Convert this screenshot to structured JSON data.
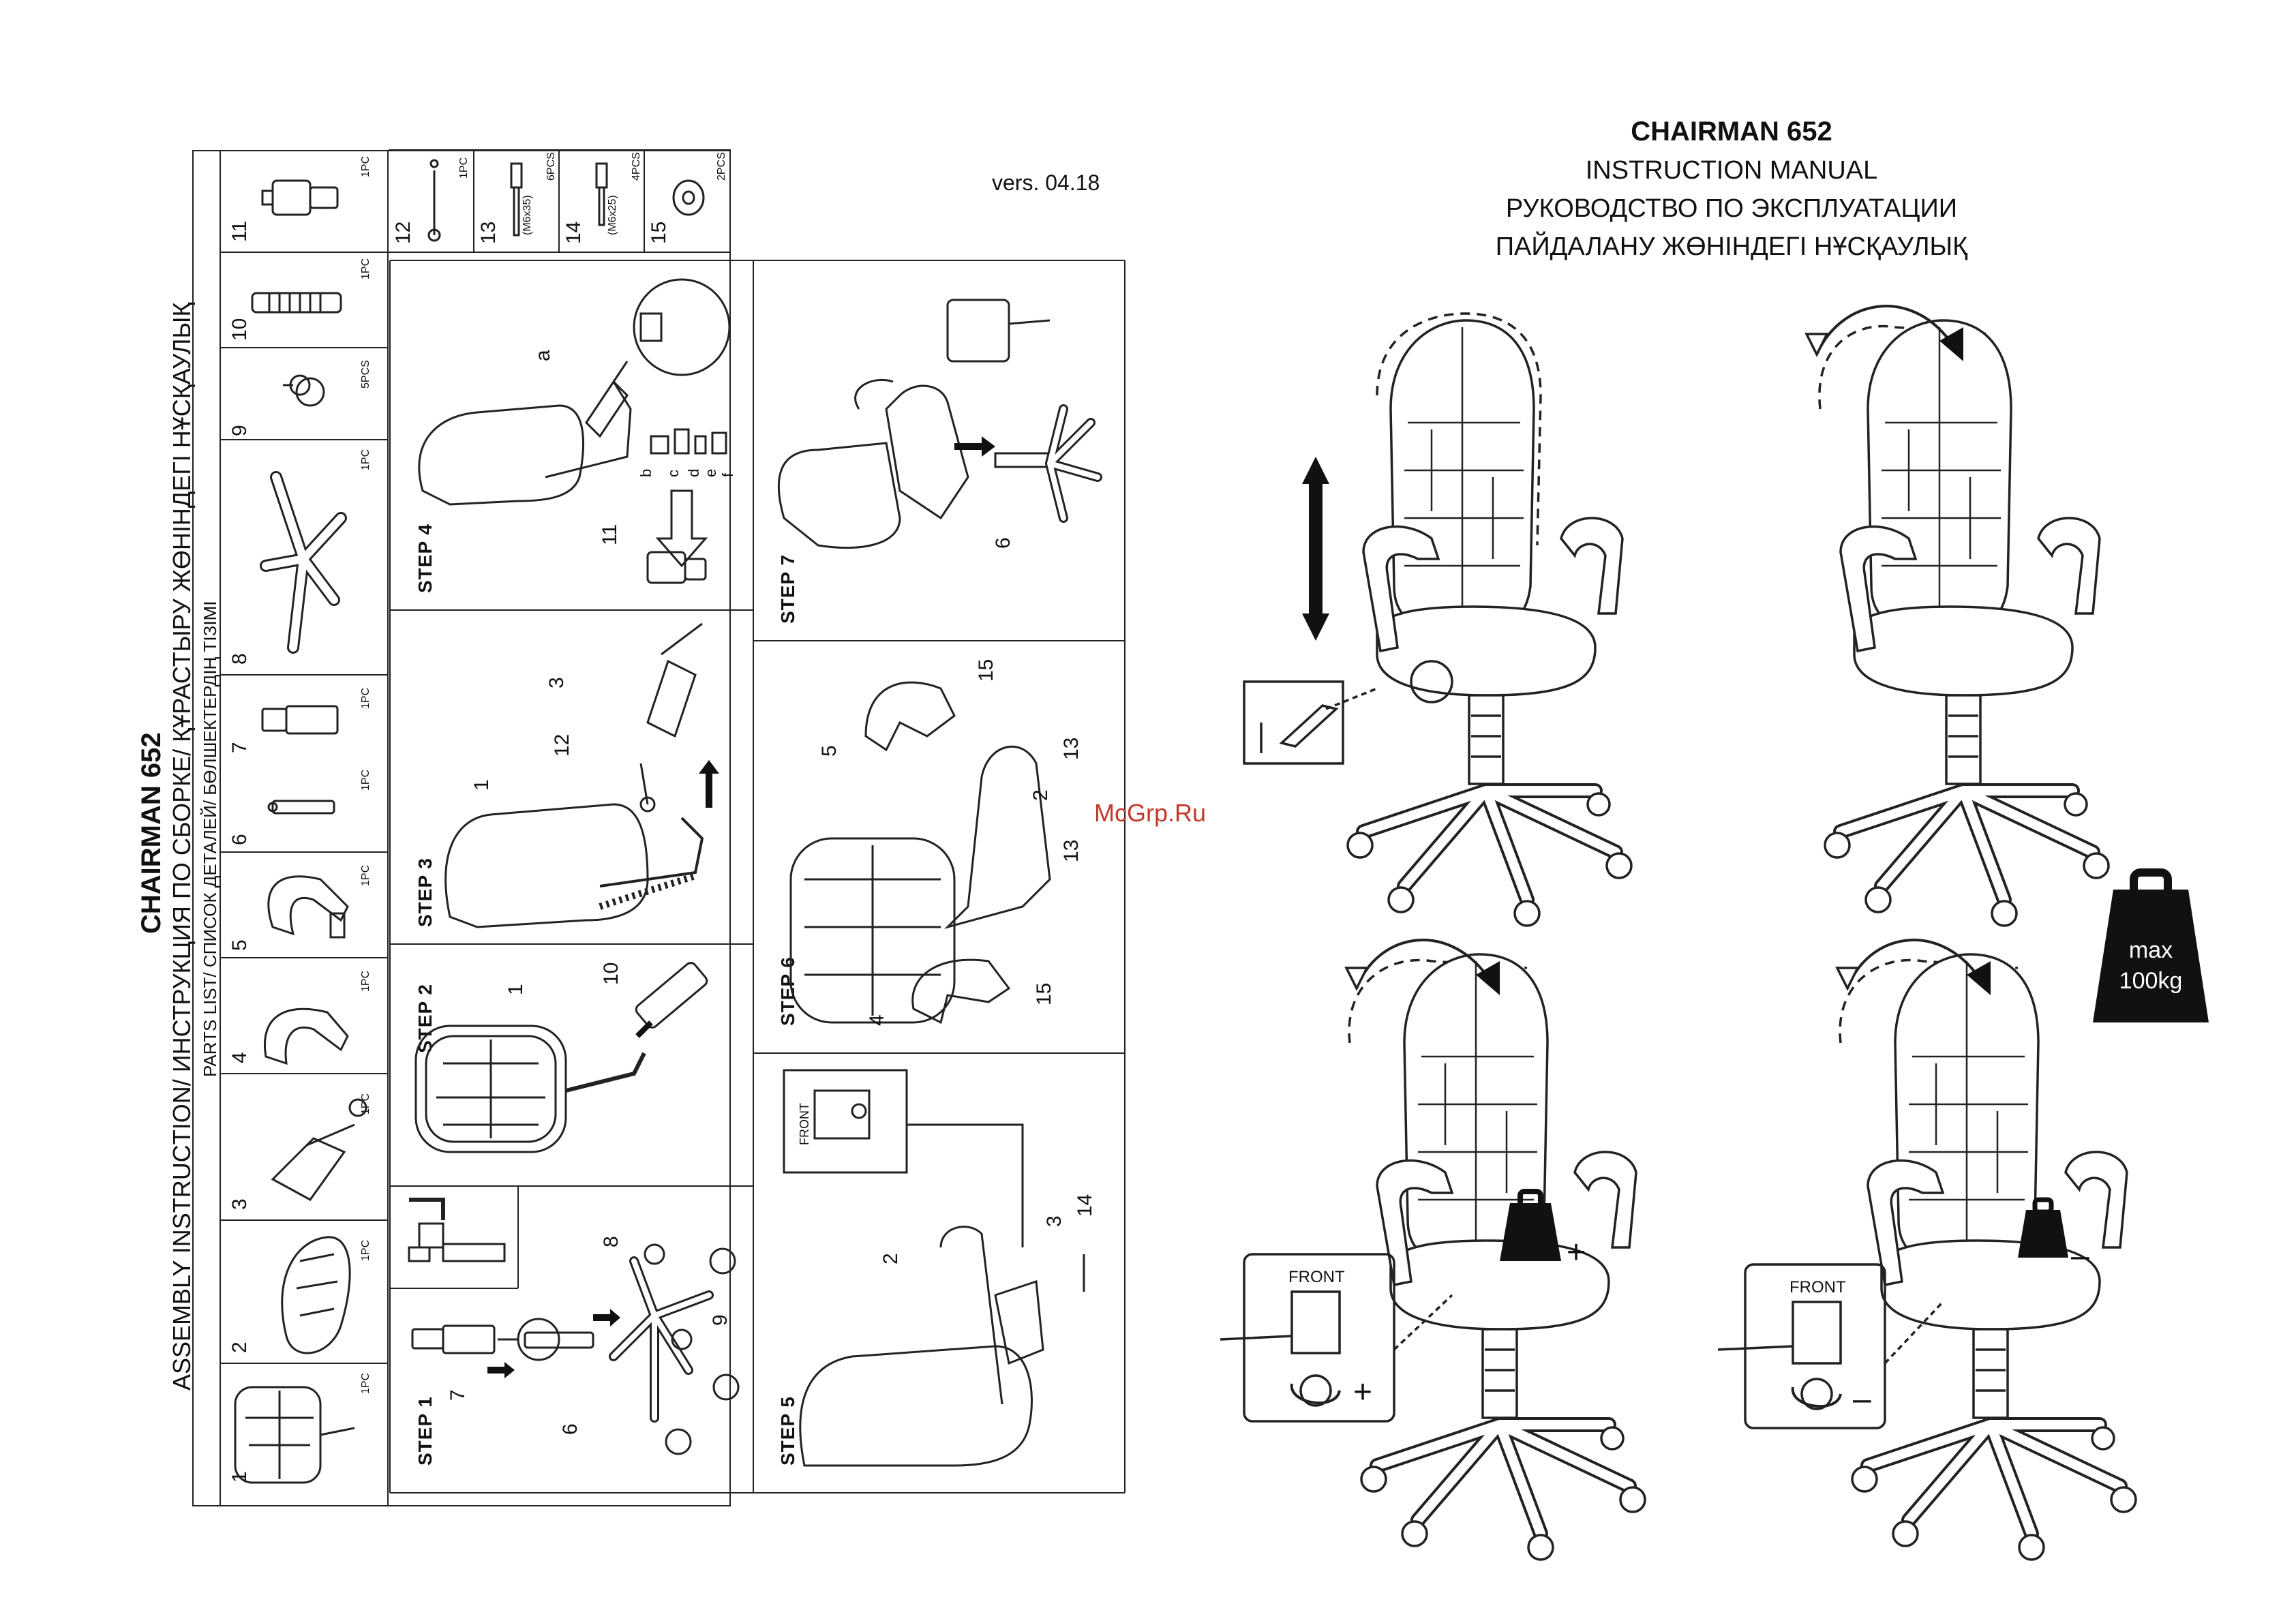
{
  "left_page": {
    "title": "CHAIRMAN 652",
    "subtitle": "ASSEMBLY INSTRUCTION/ ИНСТРУКЦИЯ ПО СБОРКЕ/ ҚҰРАСТЫРУ ЖӨНІНДЕГІ НҰСҚАУЛЫҚ",
    "parts_list_label": "PARTS LIST/ СПИСОК ДЕТАЛЕЙ/ БӨЛШЕКТЕРДІҢ ТІЗІМІ",
    "version": "vers. 04.18",
    "parts": [
      {
        "num": "1",
        "qty": "1PC"
      },
      {
        "num": "2",
        "qty": "1PC"
      },
      {
        "num": "3",
        "qty": "1PC"
      },
      {
        "num": "4",
        "qty": "1PC"
      },
      {
        "num": "5",
        "qty": "1PC"
      },
      {
        "num": "6",
        "qty": "1PC"
      },
      {
        "num": "7",
        "qty": "1PC"
      },
      {
        "num": "8",
        "qty": "1PC"
      },
      {
        "num": "9",
        "qty": "5PCS"
      },
      {
        "num": "10",
        "qty": "1PC"
      },
      {
        "num": "11",
        "qty": "1PC"
      },
      {
        "num": "12",
        "qty": "1PC"
      },
      {
        "num": "13",
        "qty": "6PCS",
        "size": "(M6x35)"
      },
      {
        "num": "14",
        "qty": "4PCS",
        "size": "(M6x25)"
      },
      {
        "num": "15",
        "qty": "2PCS"
      }
    ],
    "steps": [
      "STEP 1",
      "STEP 2",
      "STEP 3",
      "STEP 4",
      "STEP 5",
      "STEP 6",
      "STEP 7"
    ],
    "callouts": {
      "step1": [
        "7",
        "6",
        "8",
        "9"
      ],
      "step2": [
        "1",
        "10"
      ],
      "step3": [
        "3",
        "12",
        "1"
      ],
      "step4": [
        "a",
        "b",
        "c",
        "d",
        "e",
        "f",
        "11"
      ],
      "step5": [
        "2",
        "3",
        "14"
      ],
      "step5_front": "FRONT",
      "step6": [
        "5",
        "15",
        "13",
        "2",
        "13",
        "4",
        "15"
      ],
      "step7": [
        "6"
      ]
    }
  },
  "right_page": {
    "title": "CHAIRMAN 652",
    "line1": "INSTRUCTION MANUAL",
    "line2": "РУКОВОДСТВО ПО ЭКСПЛУАТАЦИИ",
    "line3": "ПАЙДАЛАНУ ЖӨНІНДЕГІ НҰСҚАУЛЫҚ",
    "watermark": "McGrp.Ru",
    "weight": {
      "line1": "max",
      "line2": "100kg"
    },
    "front_label": "FRONT",
    "plus": "+",
    "minus": "–"
  },
  "colors": {
    "ink": "#111111",
    "watermark": "#c0392b",
    "bg": "#ffffff"
  }
}
